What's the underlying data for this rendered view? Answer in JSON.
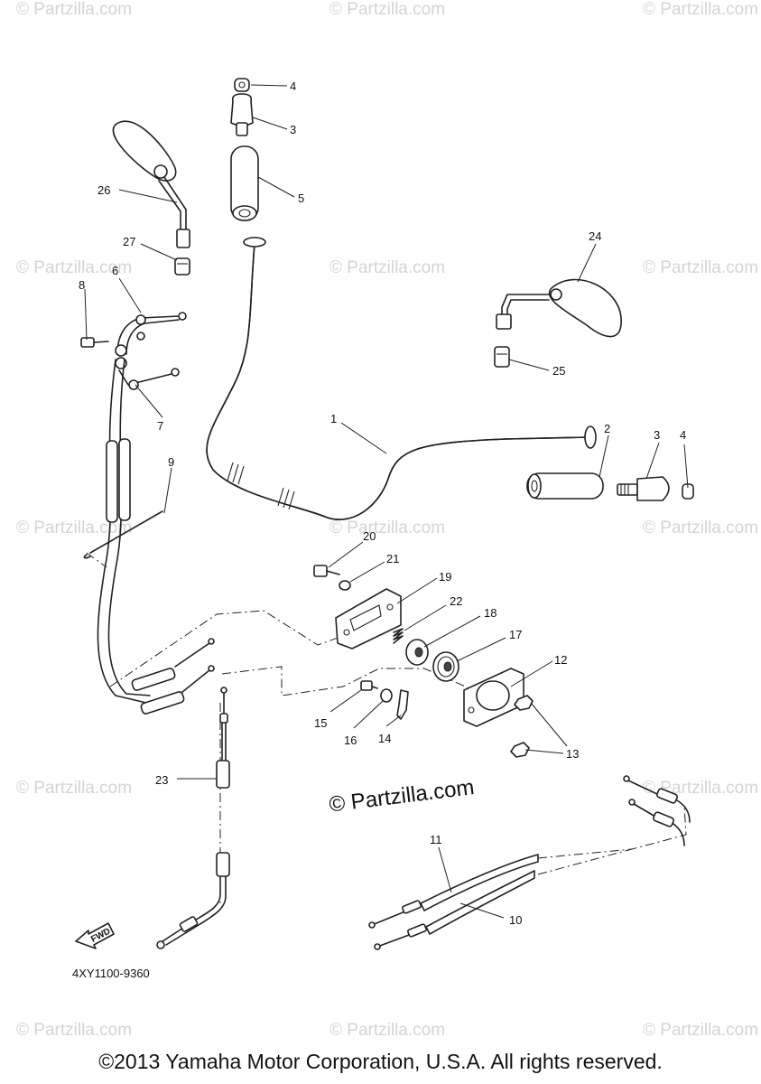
{
  "watermark": "© Partzilla.com",
  "center_mark": "© Partzilla.com",
  "diagram_code": "4XY1100-9360",
  "fwd_label": "FWD",
  "copyright": "©2013 Yamaha Motor Corporation, U.S.A. All rights reserved.",
  "callouts": {
    "c1": "1",
    "c2": "2",
    "c3a": "3",
    "c3b": "3",
    "c4a": "4",
    "c4b": "4",
    "c5": "5",
    "c6": "6",
    "c7": "7",
    "c8": "8",
    "c9": "9",
    "c10": "10",
    "c11": "11",
    "c12": "12",
    "c13": "13",
    "c14": "14",
    "c15": "15",
    "c16": "16",
    "c17": "17",
    "c18": "18",
    "c19": "19",
    "c20": "20",
    "c21": "21",
    "c22": "22",
    "c23": "23",
    "c24": "24",
    "c25": "25",
    "c26": "26",
    "c27": "27"
  }
}
